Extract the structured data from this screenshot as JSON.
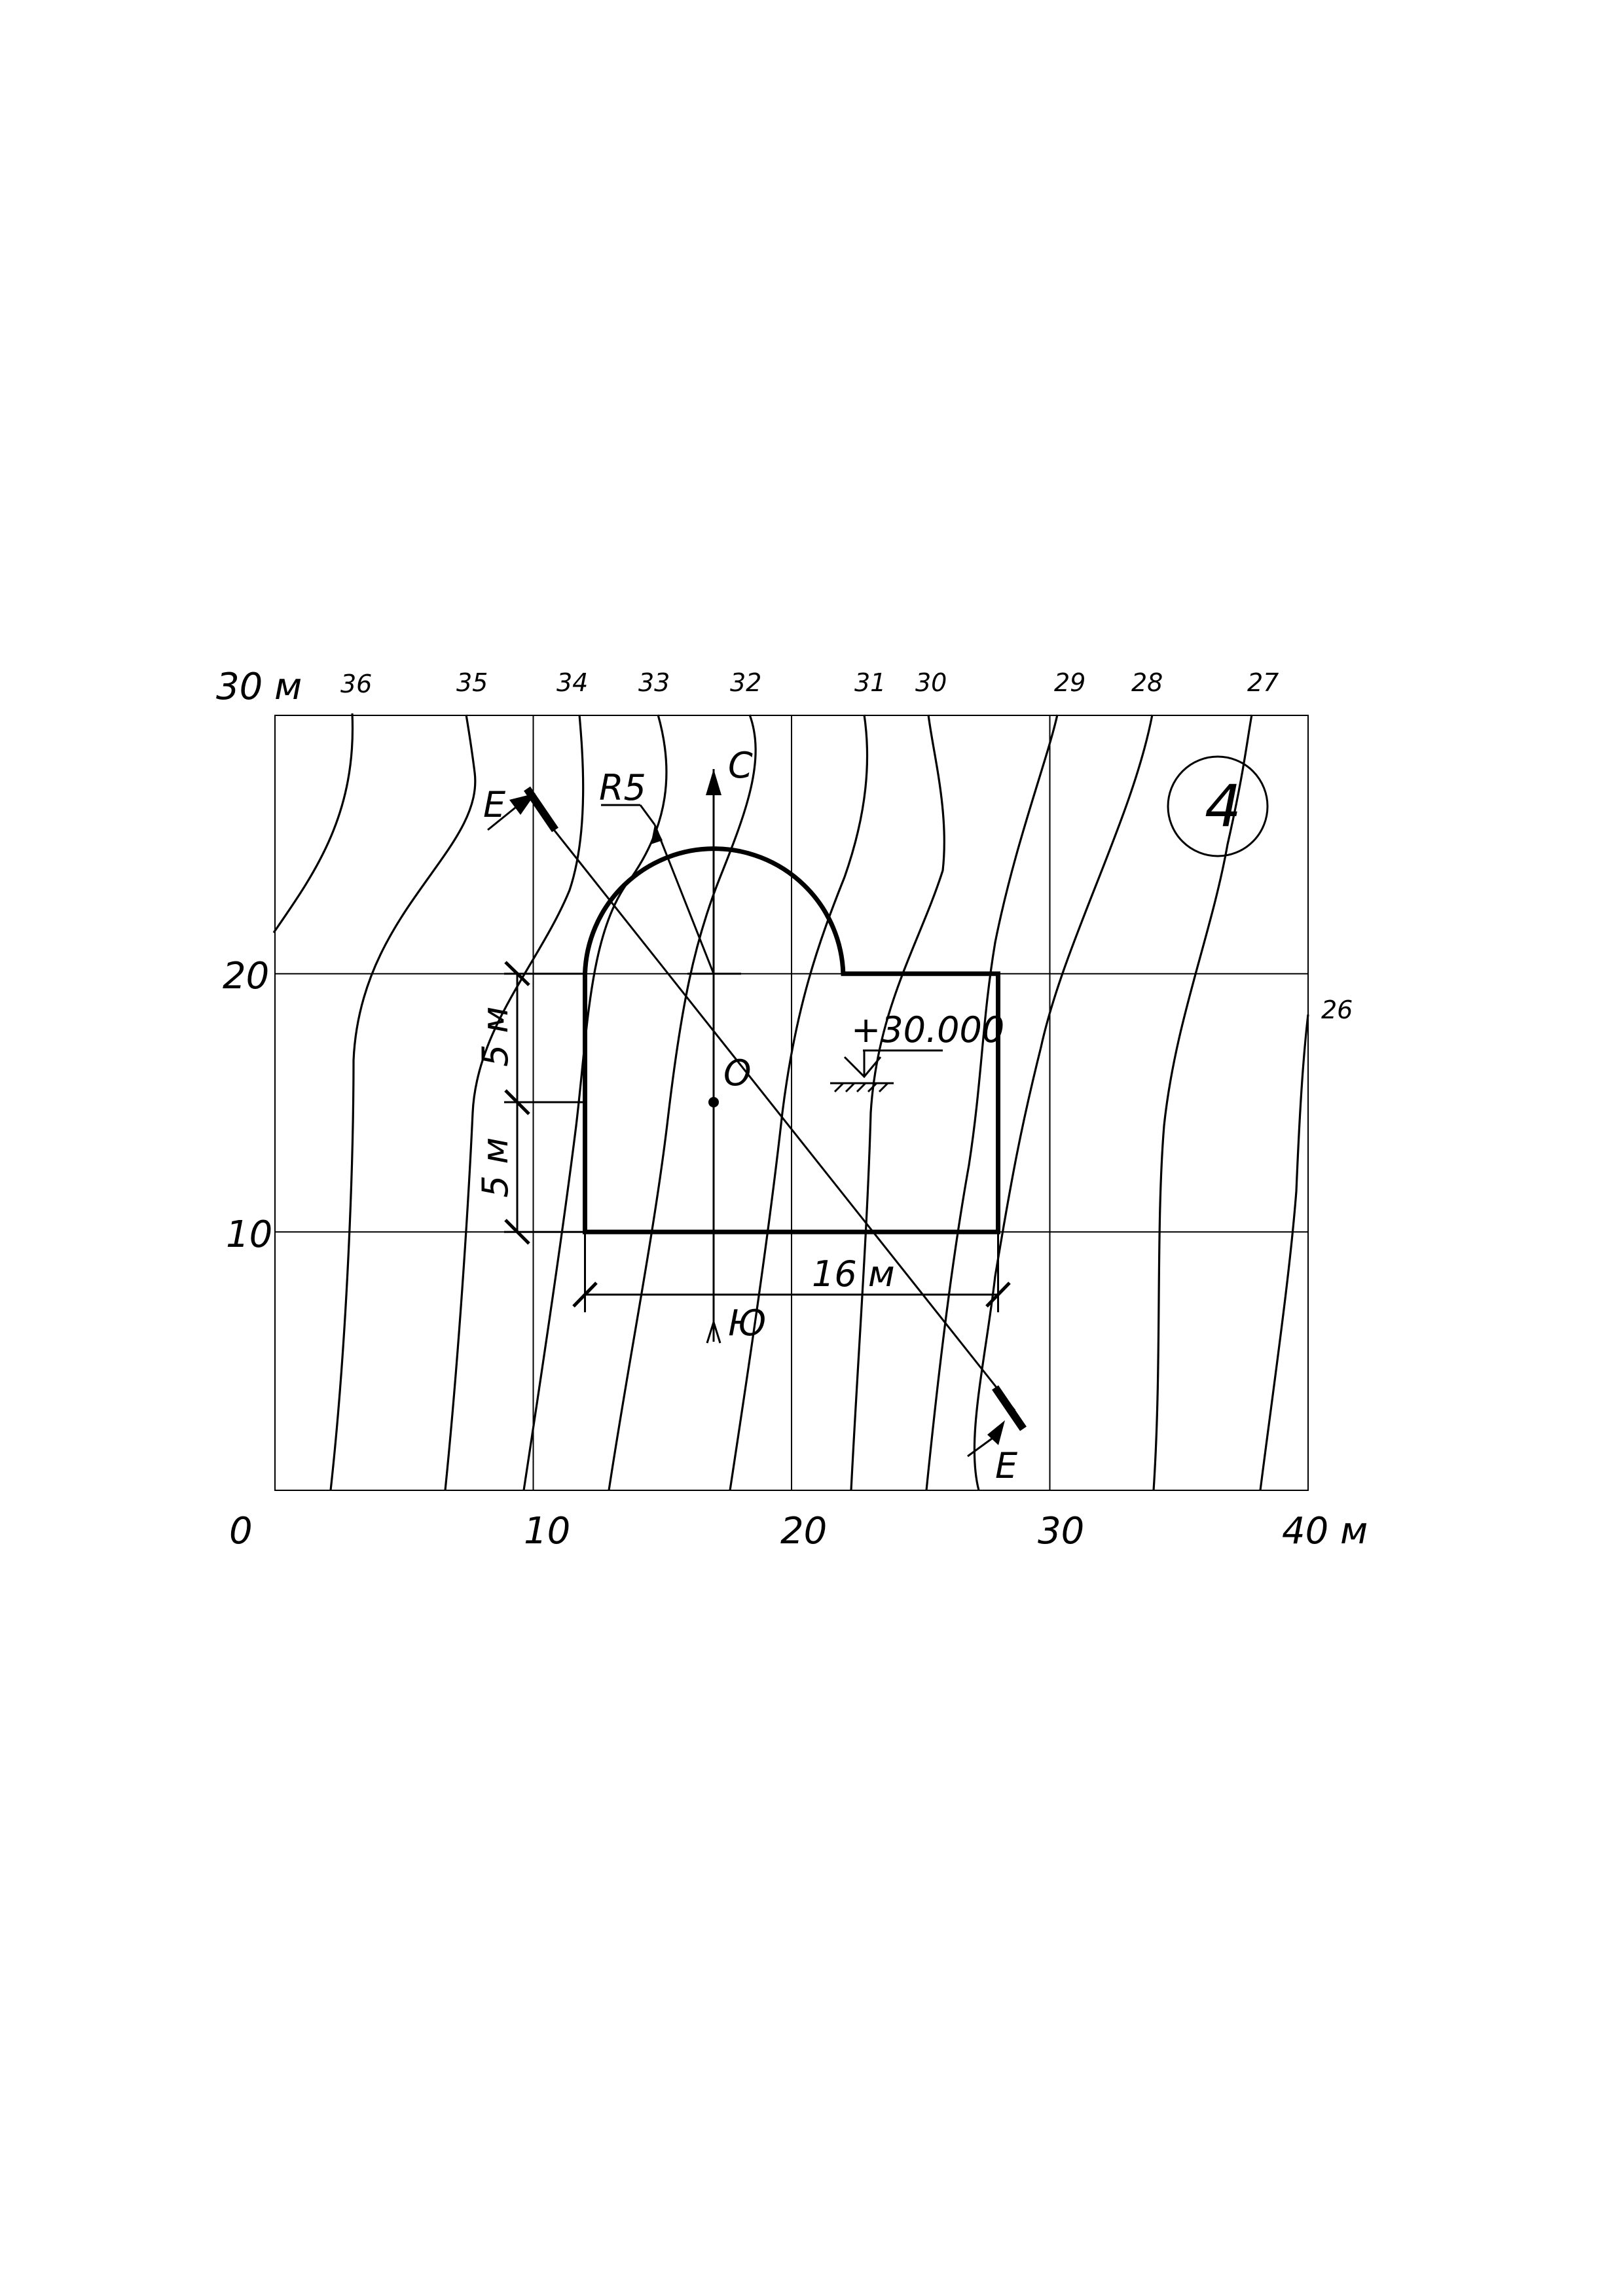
{
  "axes": {
    "x_labels": [
      "0",
      "10",
      "20",
      "30",
      "40 м"
    ],
    "y_labels": [
      "30 м",
      "20",
      "10"
    ],
    "x_range_m": [
      0,
      40
    ],
    "y_range_m": [
      0,
      30
    ],
    "grid_step_m": 10
  },
  "contours": [
    {
      "label": "36",
      "elevation": 36
    },
    {
      "label": "35",
      "elevation": 35
    },
    {
      "label": "34",
      "elevation": 34
    },
    {
      "label": "33",
      "elevation": 33
    },
    {
      "label": "32",
      "elevation": 32
    },
    {
      "label": "31",
      "elevation": 31
    },
    {
      "label": "30",
      "elevation": 30
    },
    {
      "label": "29",
      "elevation": 29
    },
    {
      "label": "28",
      "elevation": 28
    },
    {
      "label": "27",
      "elevation": 27
    },
    {
      "label": "26",
      "elevation": 26
    }
  ],
  "annotations": {
    "variant_number": "4",
    "radius_label": "R5",
    "north_label": "С",
    "south_label": "Ю",
    "center_label": "O",
    "width_label": "16 м",
    "dim_upper": "5 м",
    "dim_lower": "5 м",
    "elevation_mark": "+30.000",
    "section_label_start": "Е",
    "section_label_end": "Е"
  },
  "site": {
    "width_m": 16,
    "rect_height_m": 10,
    "arc_radius_m": 5,
    "elevation": "+30.000"
  }
}
